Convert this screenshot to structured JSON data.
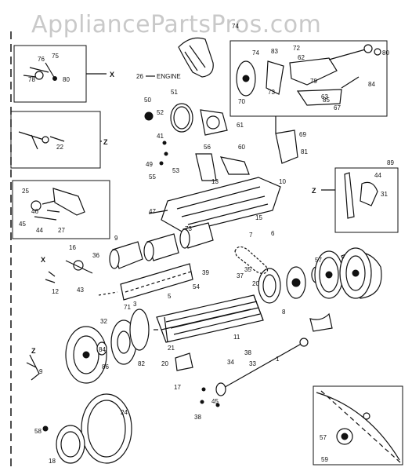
{
  "watermark": "AppliancePartsPros.com",
  "engine_ref": "26",
  "engine_label": "ENGINE",
  "callouts": {
    "x_left": "X",
    "x_right": "X",
    "z_left": "Z",
    "z_right": "Z",
    "z_bottom": "Z"
  },
  "labels": [
    "75",
    "76",
    "78",
    "80",
    "22",
    "25",
    "45",
    "44",
    "27",
    "46",
    "74",
    "72",
    "83",
    "73",
    "70",
    "62",
    "84",
    "80",
    "79",
    "85",
    "67",
    "63",
    "47",
    "50",
    "51",
    "52",
    "61",
    "41",
    "49",
    "53",
    "55",
    "56",
    "60",
    "13",
    "10",
    "69",
    "81",
    "73",
    "15",
    "6",
    "7",
    "12",
    "43",
    "16",
    "9",
    "36",
    "54",
    "5",
    "3",
    "32",
    "84",
    "86",
    "82",
    "57",
    "11",
    "39",
    "37",
    "8",
    "35",
    "20",
    "21",
    "20",
    "71",
    "1",
    "45",
    "34",
    "38",
    "38",
    "33",
    "9",
    "24",
    "17",
    "58",
    "18",
    "59",
    "57",
    "89",
    "44",
    "31"
  ]
}
